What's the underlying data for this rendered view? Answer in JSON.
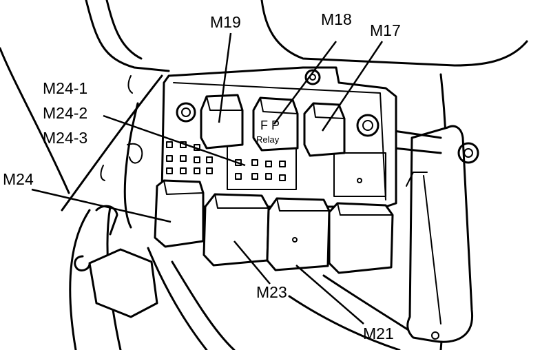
{
  "labels": {
    "m19": "M19",
    "m18": "M18",
    "m17": "M17",
    "m24_1": "M24-1",
    "m24_2": "M24-2",
    "m24_3": "M24-3",
    "m24": "M24",
    "m23": "M23",
    "m21": "M21",
    "fp": "F P",
    "relay": "Relay"
  }
}
